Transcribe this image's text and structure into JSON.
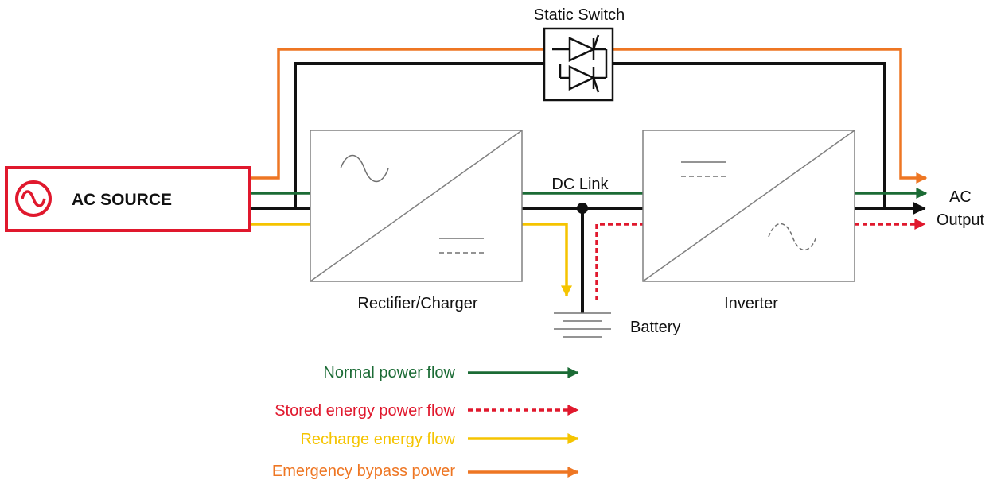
{
  "labels": {
    "static_switch": "Static Switch",
    "ac_source": "AC SOURCE",
    "dc_link": "DC Link",
    "ac_output_line1": "AC",
    "ac_output_line2": "Output",
    "rectifier": "Rectifier/Charger",
    "inverter": "Inverter",
    "battery": "Battery"
  },
  "legend": [
    {
      "label": "Normal power flow",
      "color": "#1b6b35",
      "style": "solid"
    },
    {
      "label": "Stored energy power flow",
      "color": "#e0182d",
      "style": "dotted"
    },
    {
      "label": "Recharge energy flow",
      "color": "#f5c400",
      "style": "solid"
    },
    {
      "label": "Emergency bypass power",
      "color": "#ee7623",
      "style": "solid"
    }
  ],
  "colors": {
    "normal": "#1b6b35",
    "stored": "#e0182d",
    "recharge": "#f5c400",
    "bypass": "#ee7623",
    "wire": "#111111",
    "source_border": "#e0182d"
  }
}
